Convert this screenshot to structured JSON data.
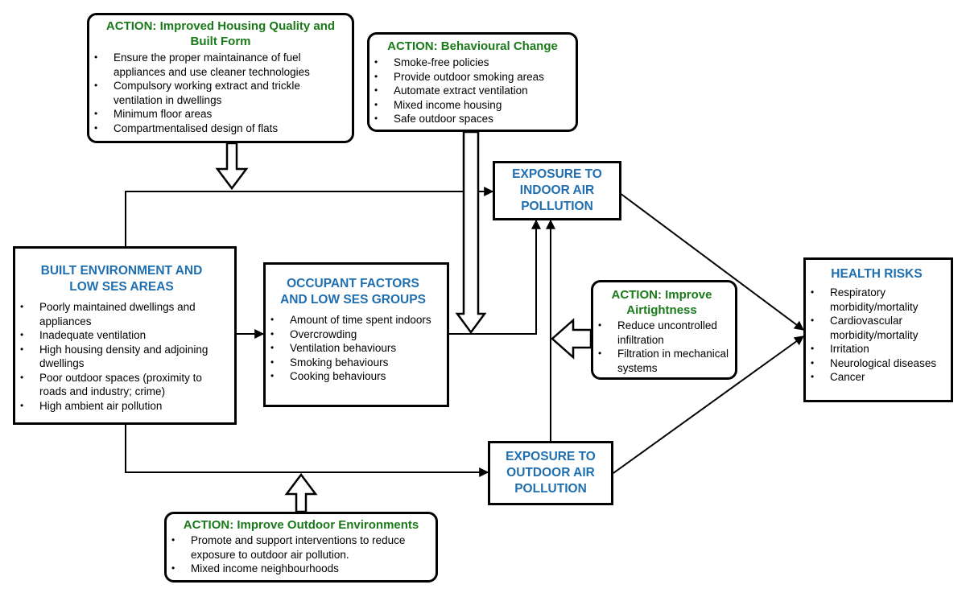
{
  "housing": {
    "title": "ACTION: Improved Housing Quality and Built Form",
    "items": [
      "Ensure the proper maintainance of fuel appliances and use cleaner technologies",
      "Compulsory working extract and trickle ventilation in dwellings",
      "Minimum floor areas",
      "Compartmentalised design of flats"
    ]
  },
  "behaviour": {
    "title": "ACTION: Behavioural Change",
    "items": [
      "Smoke-free policies",
      "Provide outdoor smoking areas",
      "Automate extract ventilation",
      "Mixed income housing",
      "Safe outdoor spaces"
    ]
  },
  "indoor": {
    "title": "EXPOSURE TO INDOOR AIR POLLUTION"
  },
  "built": {
    "title": "BUILT ENVIRONMENT AND LOW SES AREAS",
    "items": [
      "Poorly maintained dwellings and appliances",
      "Inadequate ventilation",
      "High housing density and adjoining dwellings",
      "Poor outdoor spaces (proximity to roads and industry; crime)",
      "High ambient air pollution"
    ]
  },
  "occupant": {
    "title": "OCCUPANT FACTORS AND LOW SES GROUPS",
    "items": [
      "Amount of time spent indoors",
      "Overcrowding",
      "Ventilation behaviours",
      "Smoking behaviours",
      "Cooking behaviours"
    ]
  },
  "airtight": {
    "title": "ACTION: Improve Airtightness",
    "items": [
      "Reduce uncontrolled infiltration",
      "Filtration in mechanical systems"
    ]
  },
  "health": {
    "title": "HEALTH RISKS",
    "items": [
      "Respiratory morbidity/mortality",
      "Cardiovascular morbidity/mortality",
      "Irritation",
      "Neurological diseases",
      "Cancer"
    ]
  },
  "outdoor": {
    "title": "EXPOSURE TO OUTDOOR AIR POLLUTION"
  },
  "outdoor_env": {
    "title": "ACTION: Improve Outdoor Environments",
    "items": [
      "Promote and support interventions to reduce exposure to outdoor air pollution.",
      "Mixed income neighbourhoods"
    ]
  },
  "colors": {
    "action_green": "#1a7a1a",
    "exposure_blue": "#1f6fb0"
  }
}
